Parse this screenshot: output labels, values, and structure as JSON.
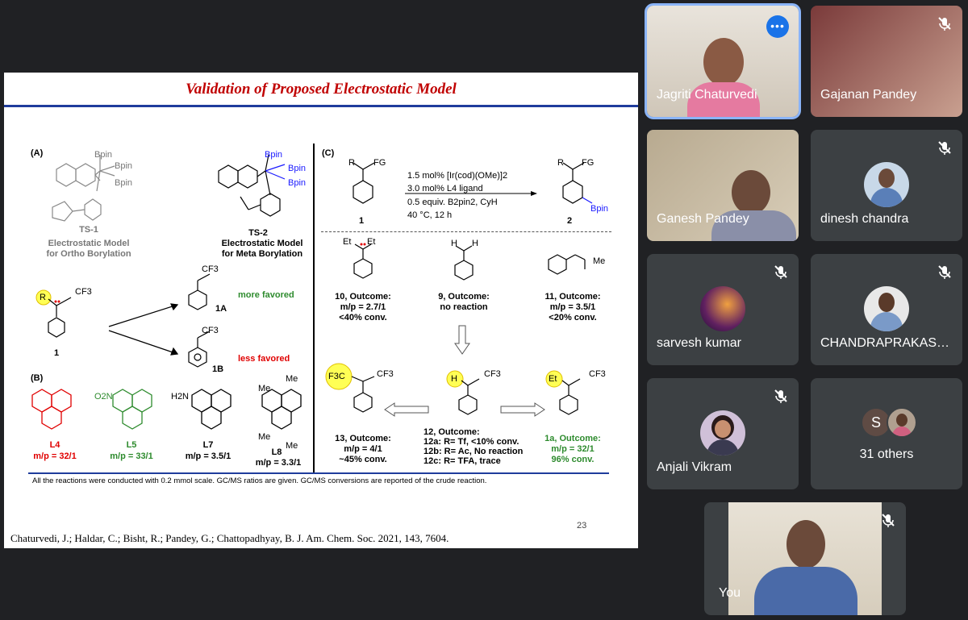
{
  "slide": {
    "title": "Validation of Proposed Electrostatic Model",
    "sections": {
      "A": "(A)",
      "B": "(B)",
      "C": "(C)"
    },
    "ts1": {
      "label": "TS-1",
      "caption1": "Electrostatic Model",
      "caption2": "for Ortho Borylation"
    },
    "ts2": {
      "label": "TS-2",
      "caption1": "Electrostatic Model",
      "caption2": "for Meta Borylation"
    },
    "bpin": "Bpin",
    "intermediates": {
      "label_1": "1",
      "label_1A": "1A",
      "label_1B": "1B",
      "more_favored": "more favored",
      "less_favored": "less favored",
      "cf3": "CF3",
      "substituent_R": "R"
    },
    "ligands": [
      {
        "name": "L4",
        "ratio": "m/p = 32/1",
        "color": "#e00000"
      },
      {
        "name": "L5",
        "ratio": "m/p = 33/1",
        "color": "#2e8b2e",
        "substituent": "O2N"
      },
      {
        "name": "L7",
        "ratio": "m/p = 3.5/1",
        "color": "#000000",
        "substituent": "H2N"
      },
      {
        "name": "L8",
        "ratio": "m/p = 3.3/1",
        "color": "#000000",
        "substituent": "Me"
      }
    ],
    "reaction": {
      "reactant_label": "1",
      "product_label": "2",
      "substituent": "R",
      "fg": "FG",
      "product_bpin": "Bpin",
      "cond1": "1.5 mol% [Ir(cod)(OMe)]2",
      "cond2": "3.0 mol% L4 ligand",
      "cond3": "0.5 equiv. B2pin2, CyH",
      "cond4": "40 °C, 12 h"
    },
    "outcomes": {
      "o10": {
        "l1": "10, Outcome:",
        "l2": "m/p = 2.7/1",
        "l3": "<40% conv.",
        "group": "Et",
        "group2": "Et"
      },
      "o9": {
        "l1": "9, Outcome:",
        "l2": "no reaction",
        "group": "H",
        "group2": "H"
      },
      "o11": {
        "l1": "11, Outcome:",
        "l2": "m/p = 3.5/1",
        "l3": "<20% conv.",
        "group": "Me"
      },
      "o13": {
        "l1": "13, Outcome:",
        "l2": "m/p = 4/1",
        "l3": "~45% conv.",
        "group": "F3C",
        "group2": "CF3"
      },
      "o12": {
        "l1": "12, Outcome:",
        "l2": "12a: R= Tf, <10% conv.",
        "l3": "12b: R= Ac, No reaction",
        "l4": "12c: R= TFA, trace",
        "group": "H",
        "group2": "CF3"
      },
      "o1a": {
        "l1": "1a, Outcome:",
        "l2": "m/p = 32/1",
        "l3": "96% conv.",
        "group": "Et",
        "group2": "CF3"
      }
    },
    "footnote": "All the reactions were conducted with 0.2 mmol scale. GC/MS ratios are given. GC/MS conversions are reported of the crude reaction.",
    "citation": "Chaturvedi, J.; Haldar, C.; Bisht, R.; Pandey, G.; Chattopadhyay, B. J. Am. Chem. Soc. 2021, 143, 7604.",
    "page_number": "23"
  },
  "participants": [
    {
      "name": "Jagriti Chaturvedi",
      "muted": false,
      "video": true,
      "active": true
    },
    {
      "name": "Gajanan Pandey",
      "muted": true,
      "video": true
    },
    {
      "name": "Ganesh Pandey",
      "muted": false,
      "video": true
    },
    {
      "name": "dinesh chandra",
      "muted": true,
      "video": false
    },
    {
      "name": "sarvesh kumar",
      "muted": true,
      "video": false
    },
    {
      "name": "CHANDRAPRAKAS…",
      "muted": true,
      "video": false
    },
    {
      "name": "Anjali Vikram",
      "muted": true,
      "video": false
    },
    {
      "name": "31 others",
      "muted": false,
      "video": false,
      "avatar_letter": "S"
    },
    {
      "name": "You",
      "muted": true,
      "video": true
    }
  ],
  "colors": {
    "accent": "#1a73e8",
    "title_red": "#c00000",
    "rule_blue": "#1f3c9c",
    "tile_bg": "#3c4043",
    "page_bg": "#202124"
  }
}
